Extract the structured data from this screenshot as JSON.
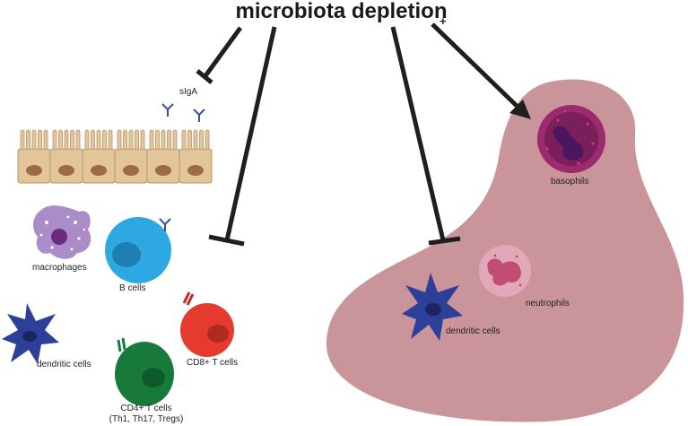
{
  "title": "microbiota depletion",
  "plus_sign": "+",
  "labels": {
    "sIgA": "sIgA",
    "macrophages": "macrophages",
    "b_cells": "B cells",
    "dendritic_left": "dendritic cells",
    "cd8": "CD8+ T cells",
    "cd4_line1": "CD4+ T cells",
    "cd4_line2": "(Th1, Th17, Tregs)",
    "basophils": "basophils",
    "neutrophils": "neutrophils",
    "dendritic_right": "dendritic cells"
  },
  "colors": {
    "arrow": "#1f1f1f",
    "spleen": "#c9949a",
    "epithelium": "#e3c59a",
    "nucleus": "#9b6c45",
    "b_cell": "#2ea8e0",
    "cd8": "#e53b2f",
    "cd4": "#17793a",
    "dendritic": "#2c3f99",
    "macrophage": "#a98cc8",
    "basophil": "#9b2a6e",
    "neutrophil": "#e3a8b8"
  },
  "icons": [
    "inhibition-arrow",
    "activation-arrow",
    "antibody-icon"
  ]
}
